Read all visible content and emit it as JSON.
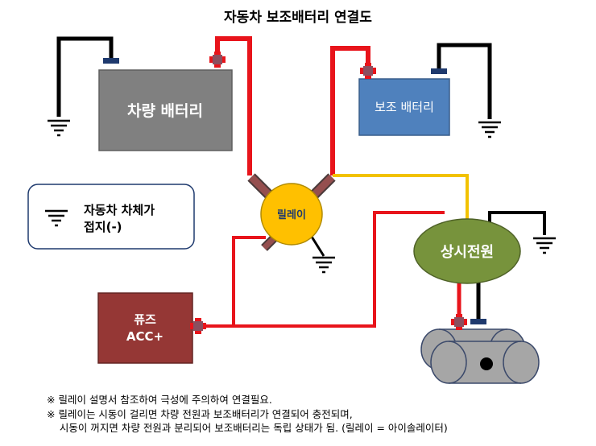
{
  "title": "자동차 보조배터리 연결도",
  "components": {
    "main_battery": "차량 배터리",
    "aux_battery": "보조 배터리",
    "relay": "릴레이",
    "constant_power": "상시전원",
    "fuse_line1": "퓨즈",
    "fuse_line2": "ACC+"
  },
  "legend": {
    "line1": "자동차 차체가",
    "line2": "접지(-)"
  },
  "notes": [
    "※ 릴레이 설명서 참조하여 극성에 주의하여 연결필요.",
    "※ 릴레이는 시동이 걸리면 차량 전원과 보조배터리가 연결되어 충전되며,",
    "    시동이 꺼지면 차량 전원과 분리되어 보조배터리는 독립 상태가 됨. (릴레이 = 아이솔레이터)"
  ],
  "colors": {
    "positive_wire": "#e8141b",
    "negative_wire": "#000000",
    "acc_wire": "#f2c200",
    "main_battery": "#808080",
    "aux_battery": "#4f81bd",
    "relay": "#ffc000",
    "constant_power": "#77933c",
    "fuse": "#953735",
    "relay_terminal": "#954f4f"
  }
}
